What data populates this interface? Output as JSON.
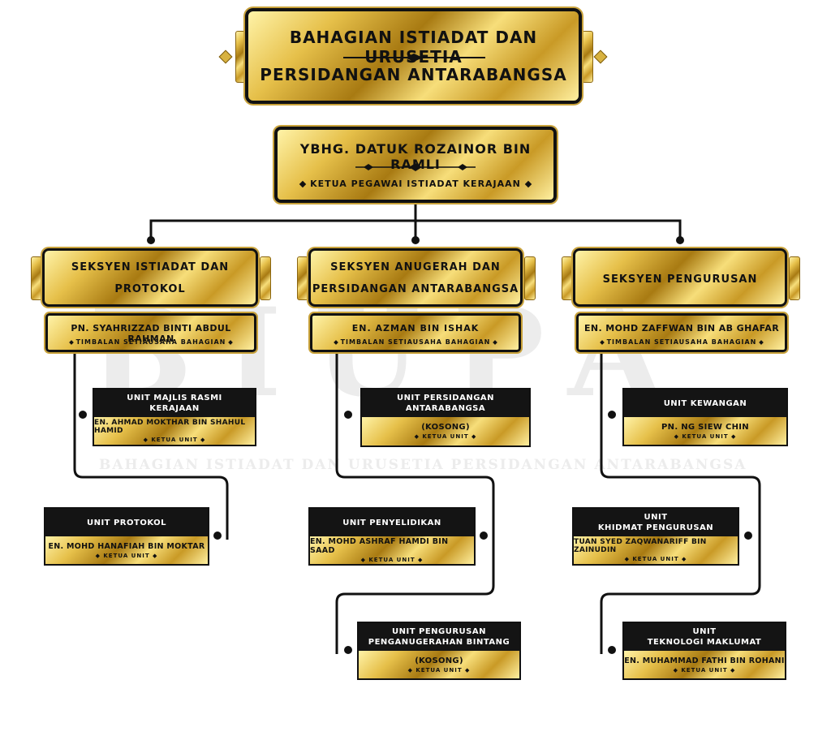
{
  "title": {
    "line1": "BAHAGIAN ISTIADAT DAN URUSETIA",
    "line2": "PERSIDANGAN ANTARABANGSA"
  },
  "head": {
    "name": "YBHG. DATUK ROZAINOR BIN RAMLI",
    "role": "KETUA PEGAWAI ISTIADAT KERAJAAN"
  },
  "watermark": {
    "letters": "BIUPA",
    "caption": "BAHAGIAN ISTIADAT DAN URUSETIA PERSIDANGAN ANTARABANGSA"
  },
  "sections": [
    {
      "title_l1": "SEKSYEN ISTIADAT DAN",
      "title_l2": "PROTOKOL",
      "head_name": "PN. SYAHRIZZAD BINTI ABDUL RAHMAN",
      "head_role": "TIMBALAN SETIAUSAHA BAHAGIAN",
      "units": [
        {
          "l1": "UNIT MAJLIS RASMI",
          "l2": "KERAJAAN",
          "name": "EN. AHMAD MOKTHAR BIN SHAHUL HAMID",
          "role": "KETUA UNIT"
        },
        {
          "l1": "UNIT PROTOKOL",
          "l2": "",
          "name": "EN. MOHD HANAFIAH BIN MOKTAR",
          "role": "KETUA UNIT"
        }
      ]
    },
    {
      "title_l1": "SEKSYEN ANUGERAH DAN",
      "title_l2": "PERSIDANGAN ANTARABANGSA",
      "head_name": "EN. AZMAN BIN ISHAK",
      "head_role": "TIMBALAN SETIAUSAHA BAHAGIAN",
      "units": [
        {
          "l1": "UNIT PERSIDANGAN",
          "l2": "ANTARABANGSA",
          "name": "(KOSONG)",
          "role": "KETUA UNIT"
        },
        {
          "l1": "UNIT PENYELIDIKAN",
          "l2": "",
          "name": "EN. MOHD ASHRAF HAMDI BIN SAAD",
          "role": "KETUA UNIT"
        },
        {
          "l1": "UNIT PENGURUSAN",
          "l2": "PENGANUGERAHAN BINTANG",
          "name": "(KOSONG)",
          "role": "KETUA UNIT"
        }
      ]
    },
    {
      "title_l1": "SEKSYEN PENGURUSAN",
      "title_l2": "",
      "head_name": "EN. MOHD ZAFFWAN BIN AB GHAFAR",
      "head_role": "TIMBALAN SETIAUSAHA BAHAGIAN",
      "units": [
        {
          "l1": "UNIT KEWANGAN",
          "l2": "",
          "name": "PN. NG SIEW CHIN",
          "role": "KETUA UNIT"
        },
        {
          "l1": "UNIT",
          "l2": "KHIDMAT PENGURUSAN",
          "name": "TUAN SYED ZAQWANARIFF BIN ZAINUDIN",
          "role": "KETUA UNIT"
        },
        {
          "l1": "UNIT",
          "l2": "TEKNOLOGI MAKLUMAT",
          "name": "EN. MUHAMMAD FATHI BIN ROHANI",
          "role": "KETUA UNIT"
        }
      ]
    }
  ],
  "colors": {
    "gold_light": "#fff3a8",
    "gold_mid": "#c99a26",
    "gold_dark": "#a87a12",
    "border": "#111111",
    "unit_header": "#141414"
  }
}
